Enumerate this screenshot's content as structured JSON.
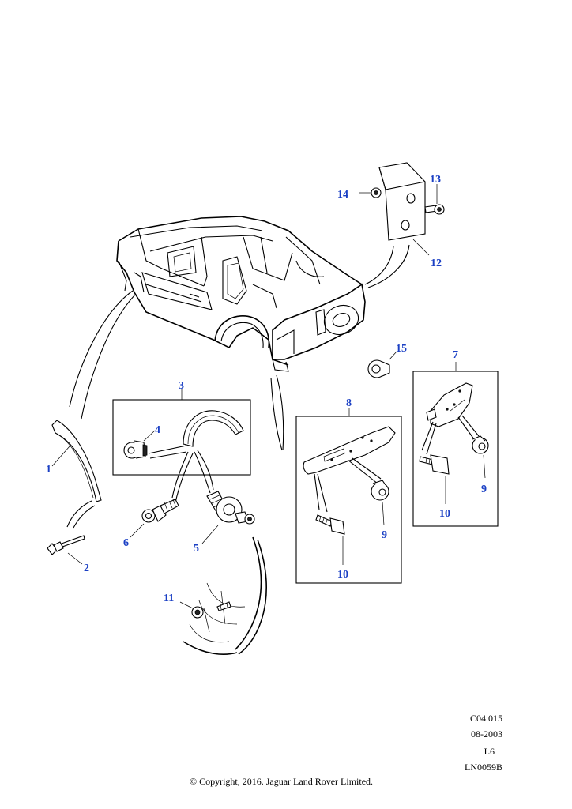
{
  "callouts": [
    "1",
    "2",
    "3",
    "4",
    "5",
    "6",
    "7",
    "8",
    "9",
    "10",
    "11",
    "12",
    "13",
    "14",
    "15"
  ],
  "meta": {
    "code": "C04.015",
    "date": "08-2003",
    "model": "L6",
    "drawing_id": "LN0059B"
  },
  "copyright": "© Copyright, 2016. Jaguar Land Rover Limited.",
  "colors": {
    "callout": "#1a3fc4",
    "line": "#000000",
    "background": "#ffffff"
  }
}
